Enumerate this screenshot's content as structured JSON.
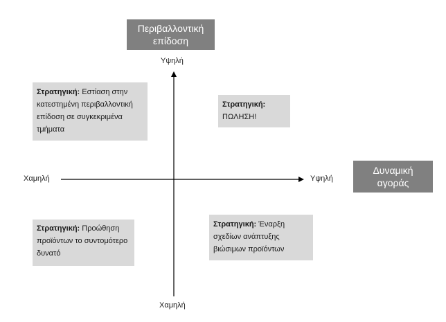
{
  "axes": {
    "y_title": "Περιβαλλοντική επίδοση",
    "x_title": "Δυναμική αγοράς",
    "y_high": "Υψηλή",
    "y_low": "Χαμηλή",
    "x_low": "Χαμηλή",
    "x_high": "Υψηλή"
  },
  "quadrants": {
    "strategy_label": "Στρατηγική:",
    "top_left": "Εστίαση στην κατεστημένη περιβαλλοντική επίδοση σε συγκεκριμένα τμήματα",
    "top_right": "ΠΩΛΗΣΗ!",
    "bottom_left": "Προώθηση προϊόντων το συντομότερο δυνατό",
    "bottom_right": "Έναρξη σχεδίων ανάπτυξης βιώσιμων προϊόντων"
  },
  "colors": {
    "title_box": "#808080",
    "quadrant_box": "#d9d9d9",
    "axis_line": "#000000"
  }
}
